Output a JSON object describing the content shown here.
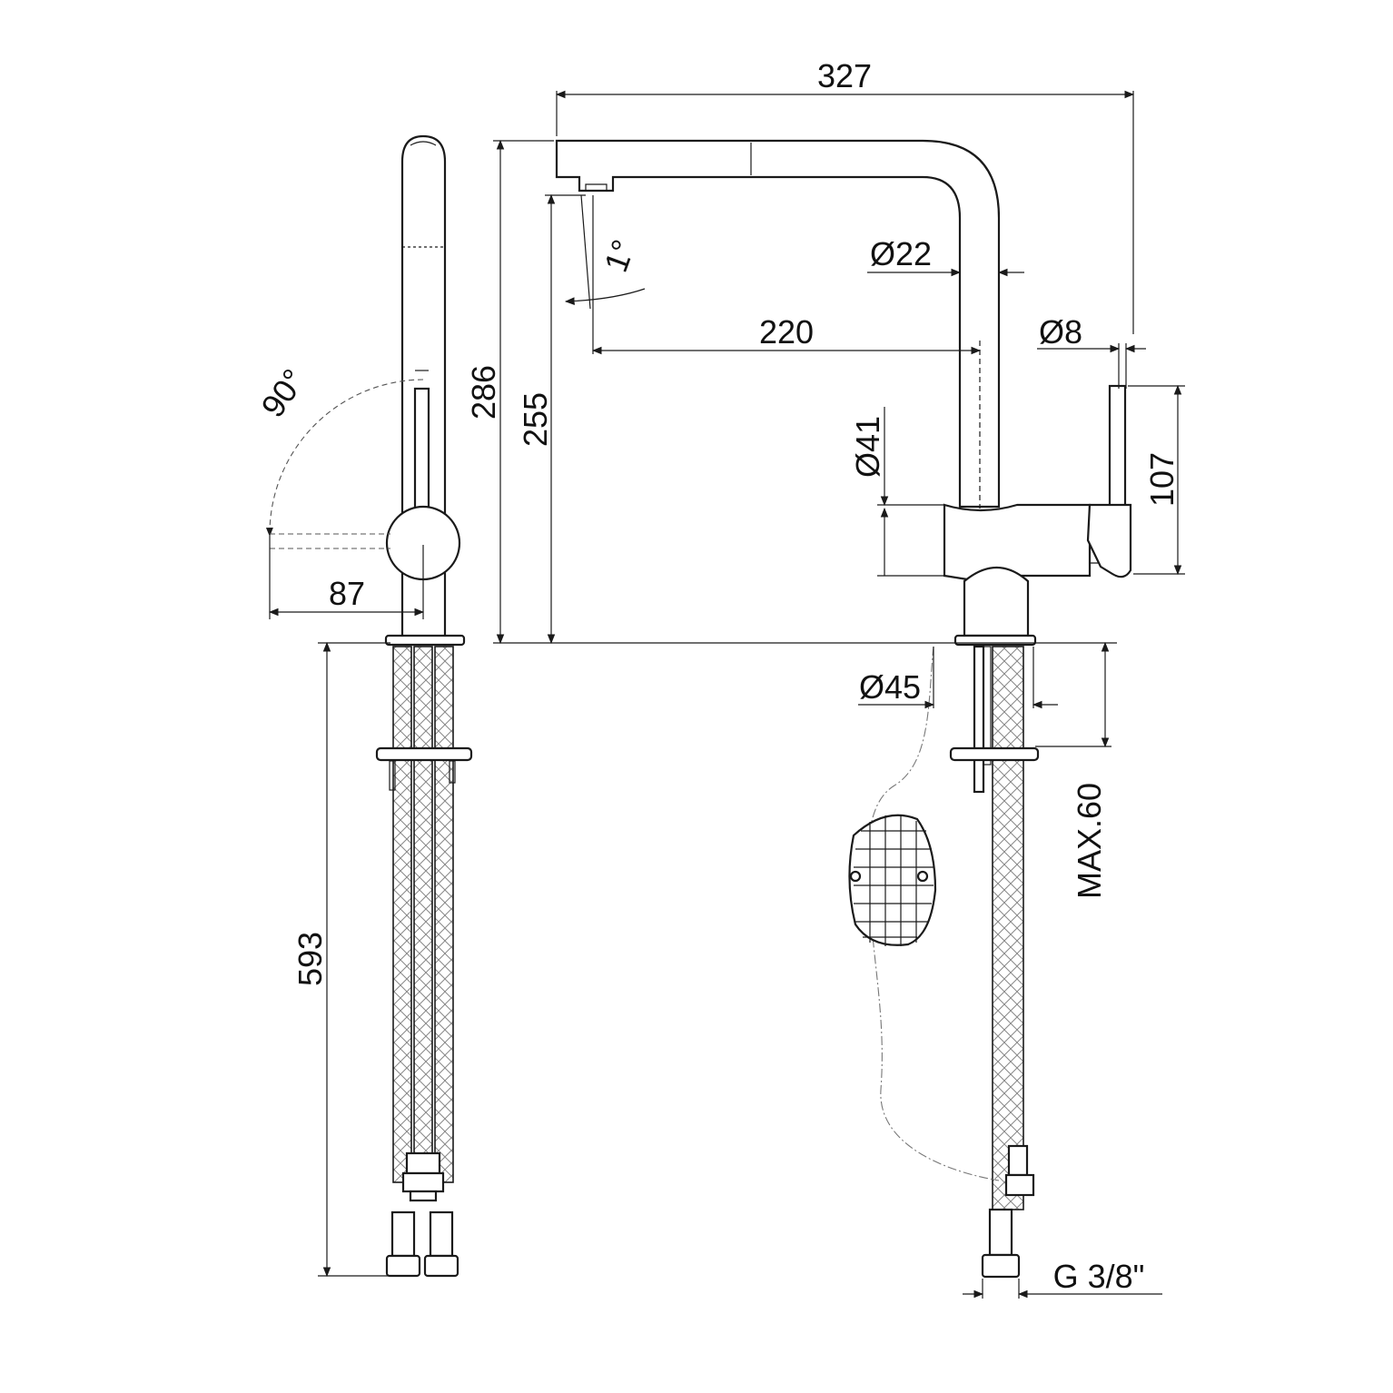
{
  "diagram": {
    "dimensions": {
      "overall_length": "327",
      "spout_reach": "220",
      "total_height": "286",
      "outlet_height": "255",
      "spout_diameter": "Ø22",
      "body_diameter": "Ø41",
      "base_diameter": "Ø45",
      "lever_diameter": "Ø8",
      "lever_height": "107",
      "max_deck_thickness": "MAX.60",
      "hose_length": "593",
      "lever_offset": "87",
      "swing_angle": "90°",
      "tilt_angle": "1°",
      "connection_thread": "G 3/8\""
    }
  }
}
